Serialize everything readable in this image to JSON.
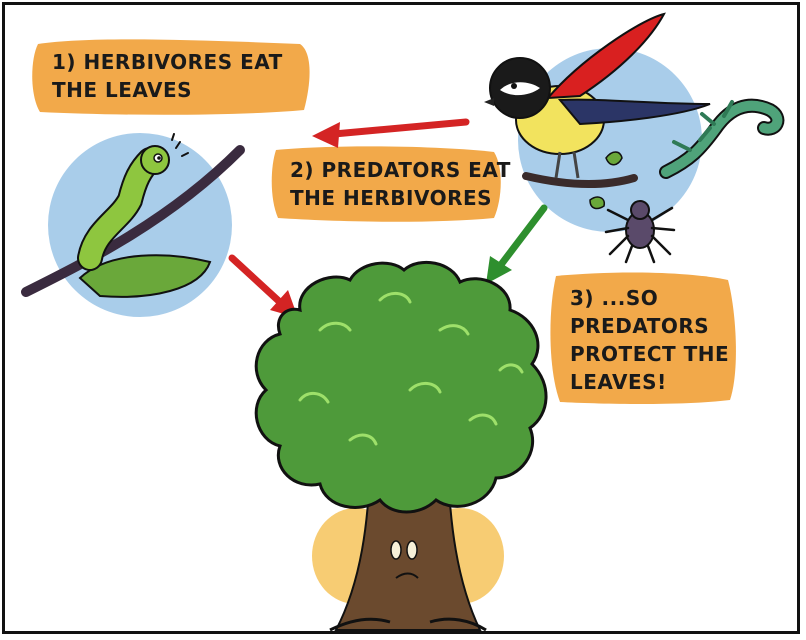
{
  "labels": {
    "step1": {
      "line1": "1) HERBIVORES EAT",
      "line2": "THE LEAVES"
    },
    "step2": {
      "line1": "2) PREDATORS EAT",
      "line2": "THE HERBIVORES"
    },
    "step3": {
      "line1": "3) ...SO",
      "line2": "PREDATORS",
      "line3": "PROTECT THE",
      "line4": "LEAVES!"
    }
  },
  "colors": {
    "label_bg": "#f2a94a",
    "circle_bg": "#a9cdea",
    "red_arrow": "#d42424",
    "green_arrow": "#2e8f2e",
    "tree_green": "#4e9a3a",
    "trunk": "#6b4a2e",
    "glow": "#f6c35a",
    "outline": "#111111"
  },
  "icons": {
    "caterpillar": "caterpillar-icon",
    "bird": "great-tit-bird-icon",
    "lizard": "lizard-icon",
    "spider": "spider-icon",
    "tree": "oak-tree-icon"
  }
}
